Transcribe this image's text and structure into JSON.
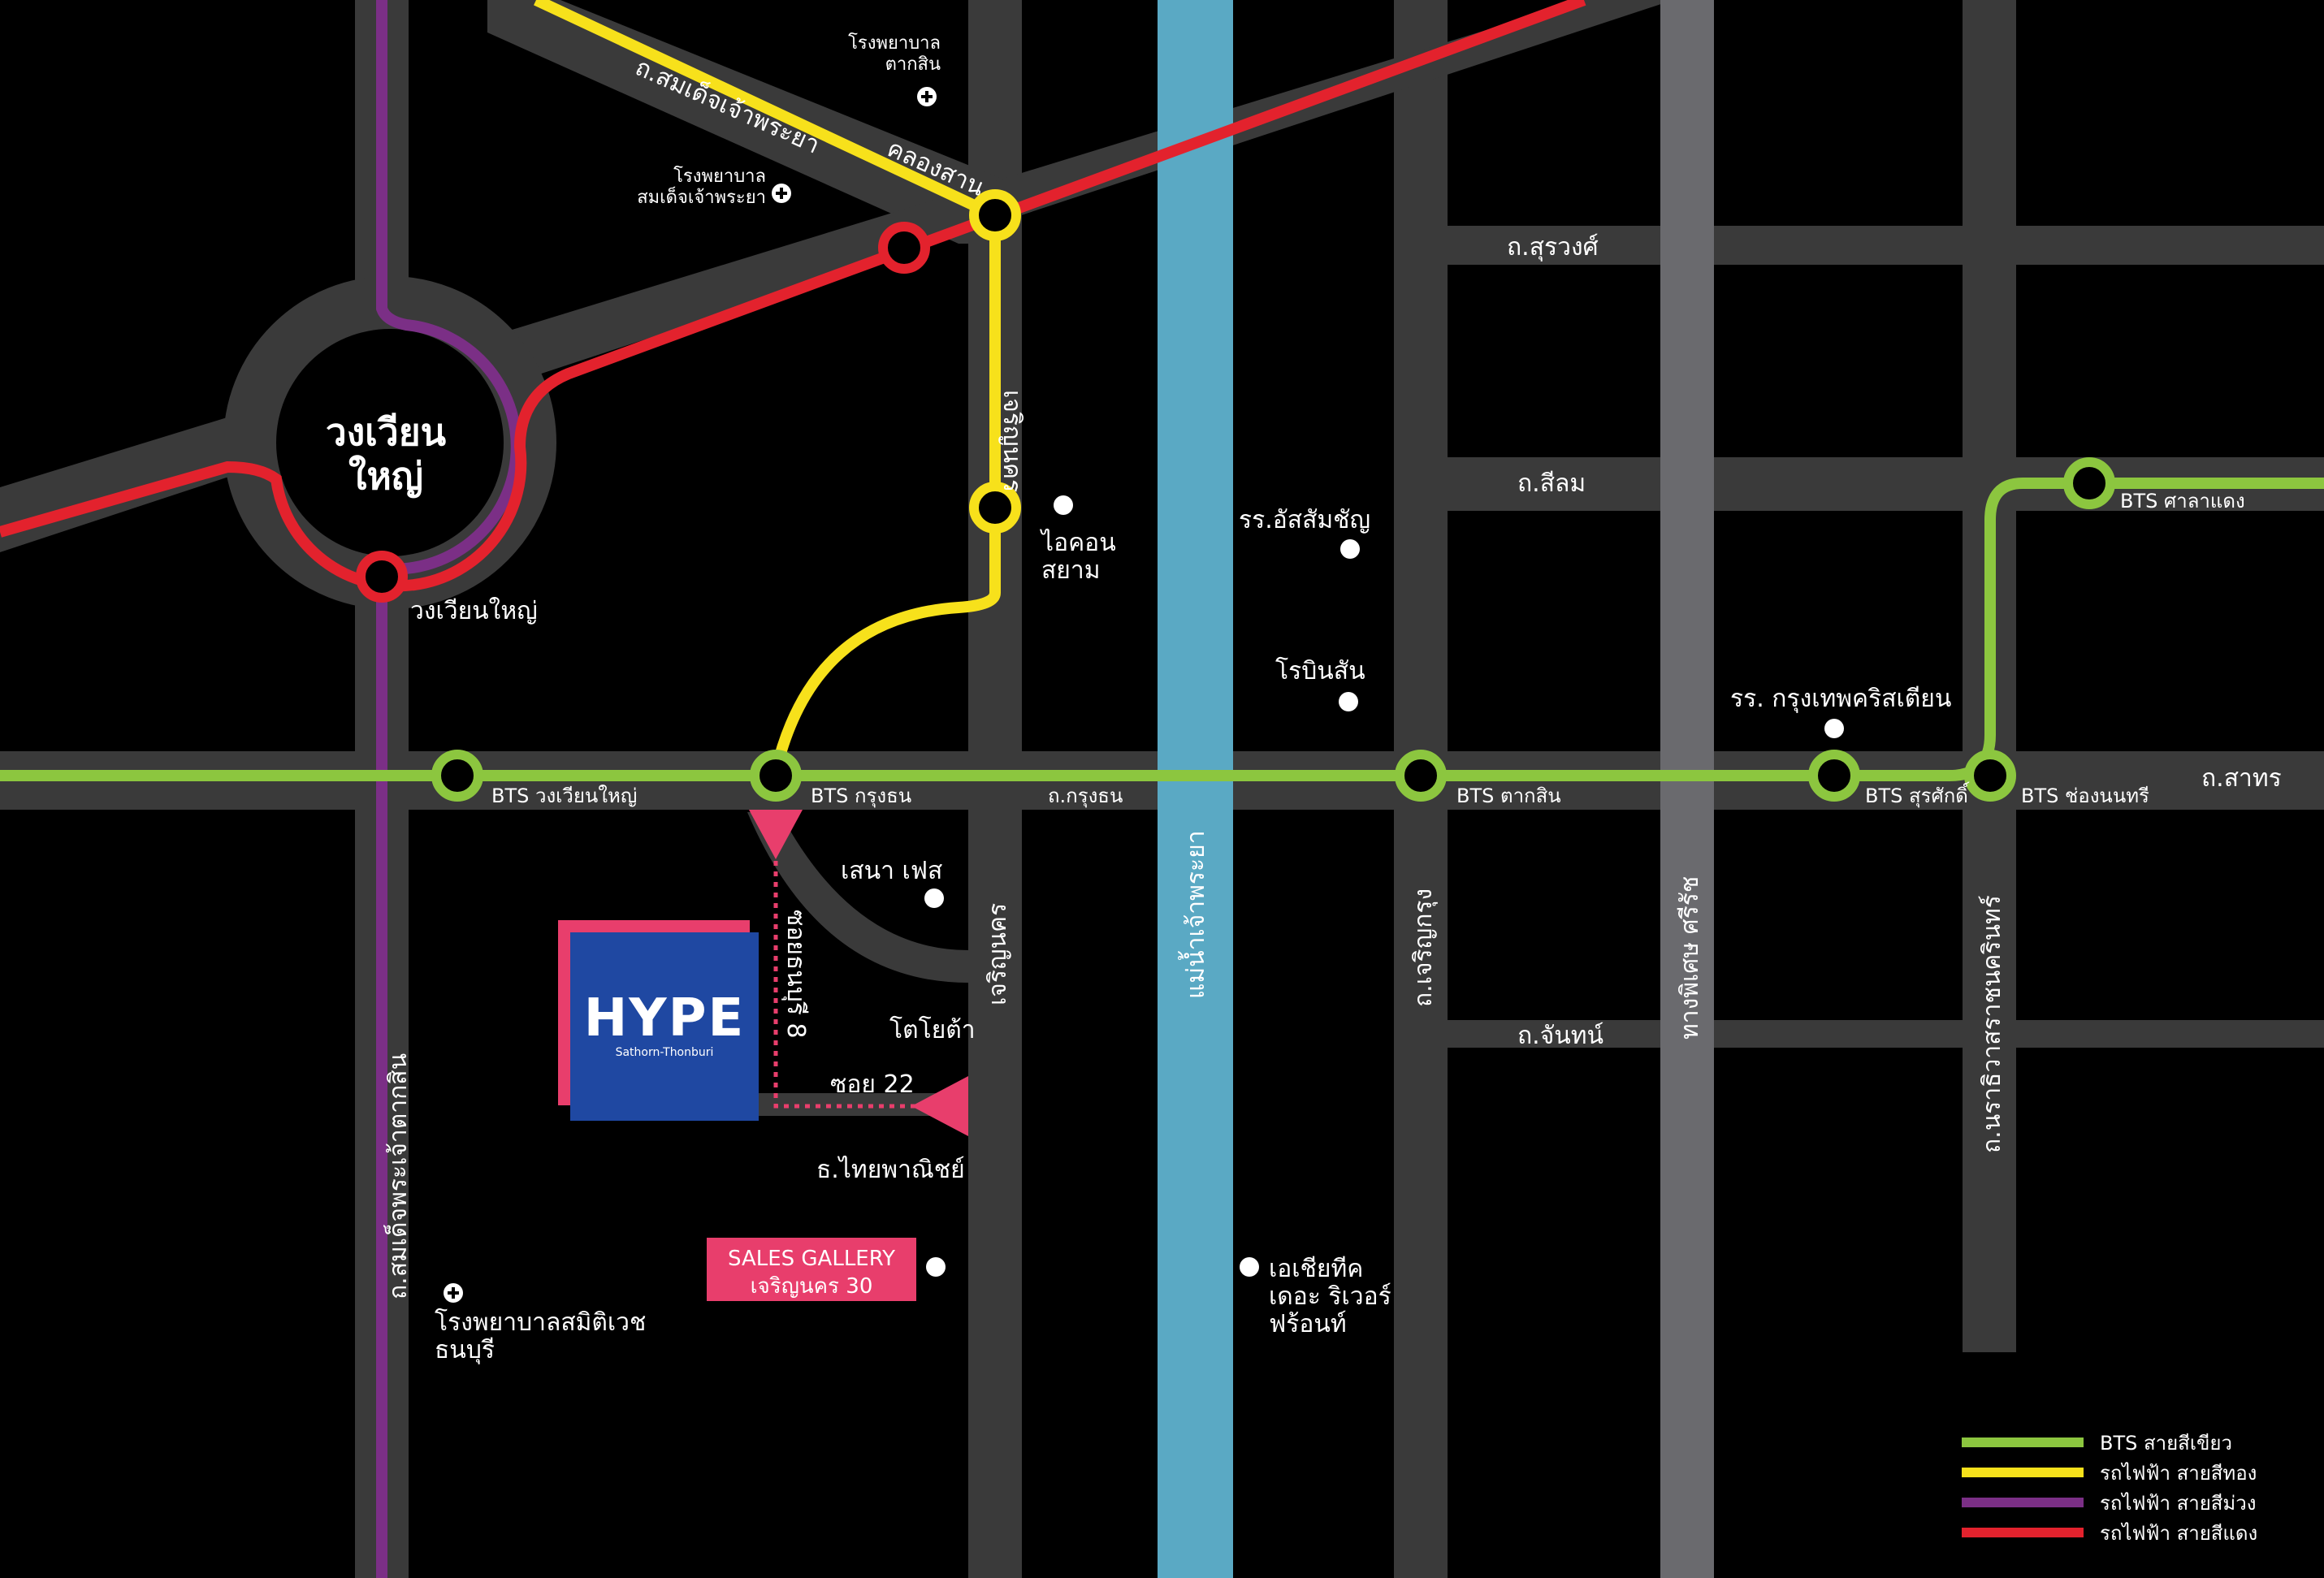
{
  "map": {
    "roundabout_label_1": "วงเวียน",
    "roundabout_label_2": "ใหญ่",
    "roads": {
      "somdet_chaophraya": "ถ.สมเด็จเจ้าพระยา",
      "khlong_san": "คลองสาน",
      "charoen_nakhon_top": "เจริญนคร",
      "charoen_nakhon_bottom": "เจริญนคร",
      "surawong": "ถ.สุรวงศ์",
      "silom": "ถ.สีลม",
      "krung_thon": "ถ.กรุงธน",
      "sathorn": "ถ.สาทร",
      "charoen_krung": "ถ.เจริญกรุง",
      "chan": "ถ.จันทน์",
      "expressway": "ทางพิเศษ ศรีรัช",
      "narathiwat": "ถ.นราธิวาสราชนครินทร์",
      "river": "แม่น้ำเจ้าพระยา",
      "somdet_taksin": "ถ.สมเด็จพระเจ้าตากสิน",
      "soi_thonburi_8": "ซอยธนบุรี 8",
      "soi_22": "ซอย 22"
    },
    "stations": {
      "wongwian_yai_red": "วงเวียนใหญ่",
      "bts_wongwian_yai": "BTS วงเวียนใหญ่",
      "bts_krung_thon": "BTS กรุงธน",
      "bts_saphan_taksin": "BTS ตากสิน",
      "bts_surasak": "BTS สุรศักดิ์",
      "bts_chong_nonsi": "BTS ช่องนนทรี",
      "bts_sala_daeng": "BTS ศาลาแดง"
    },
    "poi": {
      "taksin_hospital_1": "โรงพยาบาล",
      "taksin_hospital_2": "ตากสิน",
      "somdet_hospital_1": "โรงพยาบาล",
      "somdet_hospital_2": "สมเด็จเจ้าพระยา",
      "iconsiam_1": "ไอคอน",
      "iconsiam_2": "สยาม",
      "assumption": "รร.อัสสัมชัญ",
      "robinson": "โรบินสัน",
      "bangkok_christian": "รร. กรุงเทพคริสเตียน",
      "sena_fest": "เสนา เฟส",
      "toyota": "โตโยต้า",
      "scb": "ธ.ไทยพาณิชย์",
      "asiatique_1": "เอเชียทีค",
      "asiatique_2": "เดอะ ริเวอร์",
      "asiatique_3": "ฟร้อนท์",
      "samitivej_1": "โรงพยาบาลสมิติเวช",
      "samitivej_2": "ธนบุรี",
      "sales_gallery_1": "SALES GALLERY",
      "sales_gallery_2": "เจริญนคร 30"
    },
    "project": {
      "logo_text": "HYPE",
      "logo_sub": "Sathorn-Thonburi"
    }
  },
  "legend": [
    {
      "label": "BTS สายสีเขียว",
      "color": "#8cc63f"
    },
    {
      "label": "รถไฟฟ้า สายสีทอง",
      "color": "#f7e11b"
    },
    {
      "label": "รถไฟฟ้า สายสีม่วง",
      "color": "#7b2f86"
    },
    {
      "label": "รถไฟฟ้า สายสีแดง",
      "color": "#e3222d"
    }
  ],
  "colors": {
    "road": "#3a3a3a",
    "expressway": "#6a6a6e",
    "river": "#5aa9c4",
    "green": "#8cc63f",
    "gold": "#f7e11b",
    "purple": "#7b2f86",
    "red": "#e3222d",
    "accent": "#e83e6c",
    "logo_blue": "#1f48a2"
  }
}
